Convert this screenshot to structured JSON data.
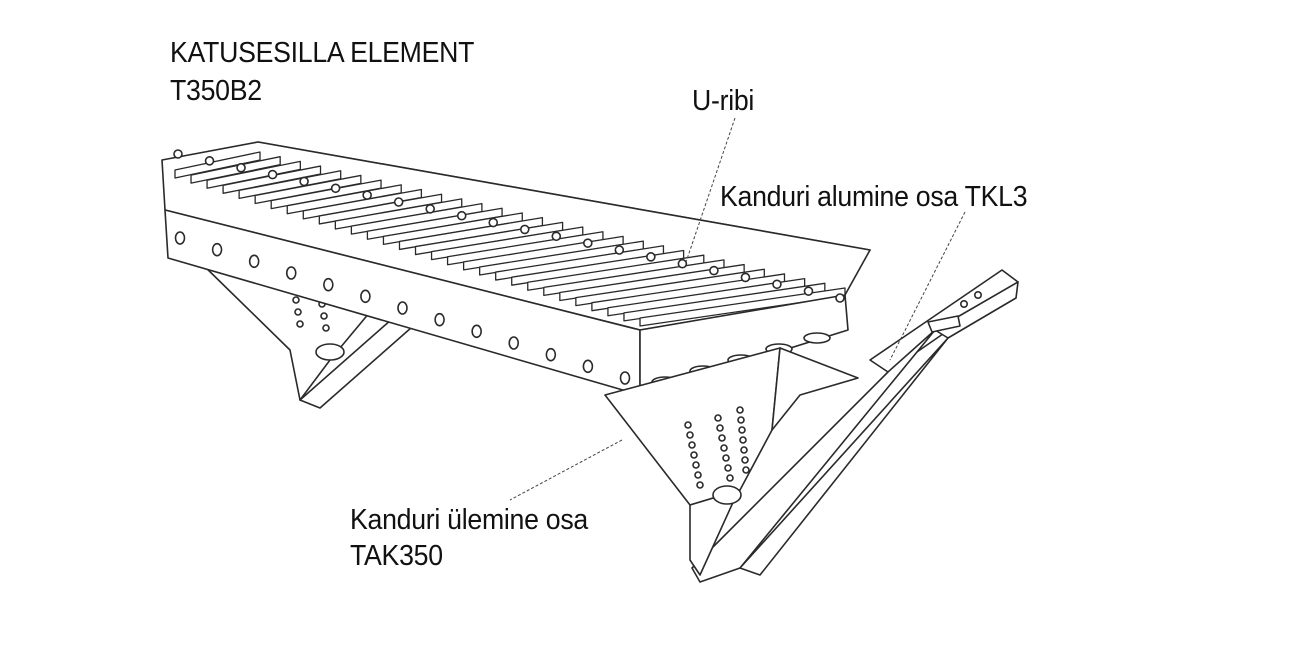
{
  "title": {
    "line1": "KATUSESILLA ELEMENT",
    "line2": "T350B2"
  },
  "labels": {
    "u_rib": "U-ribi",
    "bracket_lower": "Kanduri alumine osa TKL3",
    "bracket_upper_line1": "Kanduri ülemine osa",
    "bracket_upper_line2": "TAK350"
  },
  "colors": {
    "line": "#2a2a2a",
    "fill": "#ffffff",
    "hole": "#ffffff"
  }
}
